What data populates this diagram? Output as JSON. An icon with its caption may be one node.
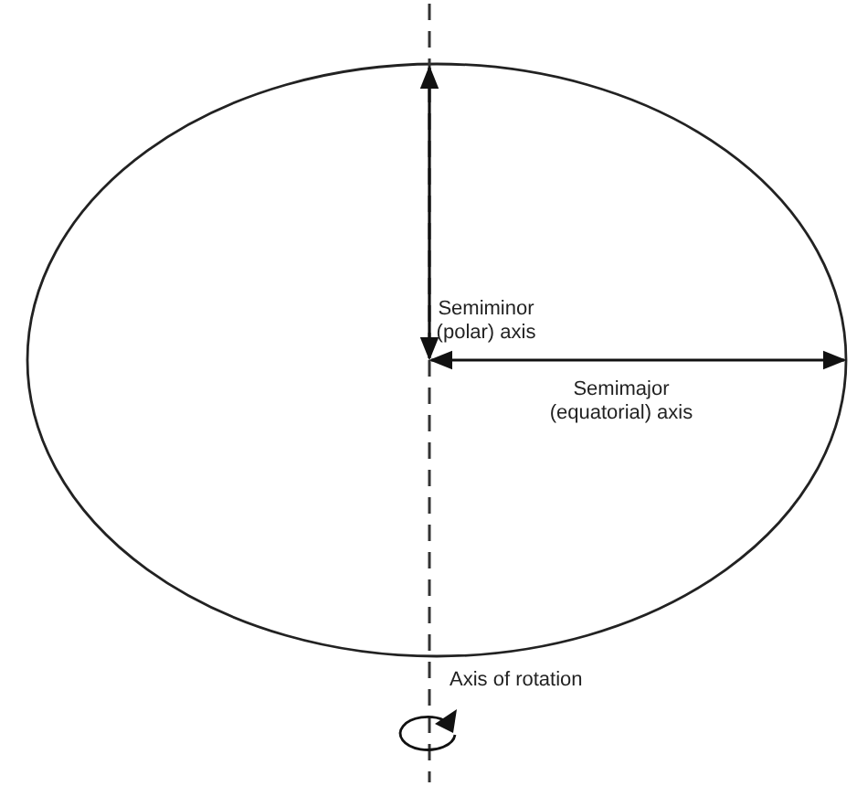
{
  "diagram": {
    "labels": [
      "Semiminor (polar) axis",
      "Semimajor (equatorial) axis",
      "Axis of rotation"
    ]
  }
}
